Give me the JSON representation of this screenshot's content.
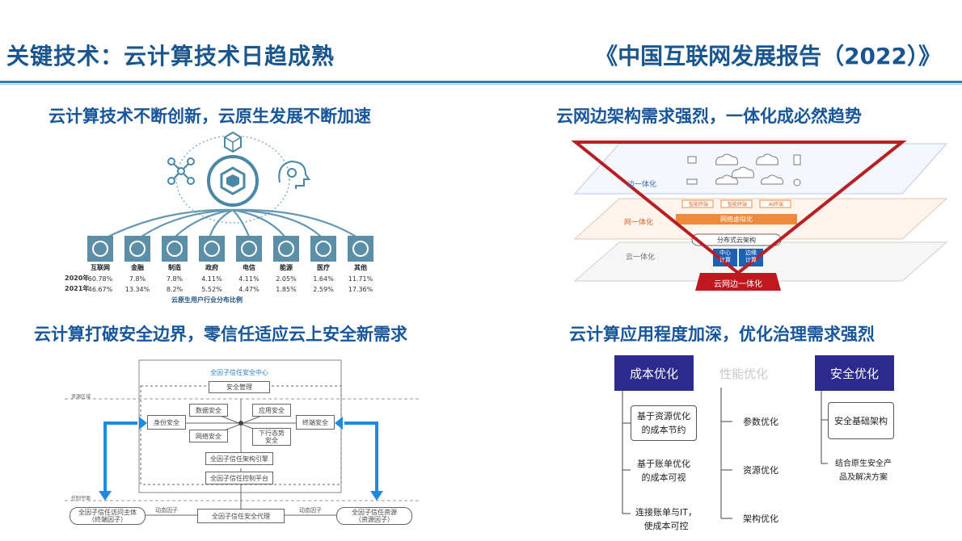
{
  "header": {
    "title": "关键技术：云计算技术日趋成熟",
    "report": "《中国互联网发展报告（2022）》"
  },
  "q1": {
    "title": "云计算技术不断创新，云原生发展不断加速",
    "industries": [
      {
        "name": "互联网",
        "icon": "globe-icon",
        "y2020": "60.78%",
        "y2021": "46.67%"
      },
      {
        "name": "金融",
        "icon": "bank-house-icon",
        "y2020": "7.8%",
        "y2021": "13.34%"
      },
      {
        "name": "制造",
        "icon": "worker-icon",
        "y2020": "7.8%",
        "y2021": "8.2%"
      },
      {
        "name": "政府",
        "icon": "government-icon",
        "y2020": "4.11%",
        "y2021": "5.52%"
      },
      {
        "name": "电信",
        "icon": "telecom-globe-icon",
        "y2020": "4.11%",
        "y2021": "4.47%"
      },
      {
        "name": "能源",
        "icon": "leaf-icon",
        "y2020": "2.05%",
        "y2021": "1.85%"
      },
      {
        "name": "医疗",
        "icon": "medical-kit-icon",
        "y2020": "1.64%",
        "y2021": "2.59%"
      },
      {
        "name": "其他",
        "icon": "grid-icon",
        "y2020": "11.71%",
        "y2021": "17.36%"
      }
    ],
    "row2020": "2020年",
    "row2021": "2021年",
    "caption": "云原生用户行业分布比例",
    "colors": {
      "icon_bg": "#5b8fa8",
      "arc": "#4a86a6"
    }
  },
  "q2": {
    "title": "云网边架构需求强烈，一体化成必然趋势",
    "layers": [
      "边一体化",
      "网一体化",
      "云一体化"
    ],
    "edge_tags": [
      "智能终端",
      "智能终端",
      "AI终端"
    ],
    "network_bar": "网络虚拟化",
    "cloud_pill": "分布式云架构",
    "cloud_boxes": [
      "中心\n计算",
      "边缘\n计算"
    ],
    "base_label": "云网边一体化",
    "colors": {
      "triangle": "#b81f24",
      "base": "#c0181e",
      "net_bar": "#ef8a3c",
      "blue_box": "#1f5fb4"
    }
  },
  "q3": {
    "title": "云计算打破安全边界，零信任适应云上安全新需求",
    "center_title": "全因子信任安全中心",
    "top_box": "安全管理",
    "left_zone": "资源区域",
    "left_zone2": "控制平面",
    "boxes": {
      "identity": "身份安全",
      "data": "数据安全",
      "network": "网络安全",
      "app": "应用安全",
      "terminal": "终端安全",
      "device": "下行态势\n安全",
      "engine": "全因子信任架构引擎",
      "control": "全因子信任控制平台",
      "left_bottom": "全因子信任访问主体\n（终端因子）",
      "center_bottom": "全因子信任安全代理",
      "right_bottom": "全因子信任资源\n（资源因子）",
      "arrow_left": "动态因子",
      "arrow_right": "动态因子"
    },
    "colors": {
      "arrow": "#1e8be0",
      "label": "#2a7fd0"
    }
  },
  "q4": {
    "title": "云计算应用程度加深，优化治理需求强烈",
    "col1_header": "成本优化",
    "col2_header": "性能优化",
    "col3_header": "安全优化",
    "col1_items": [
      "基于资源优化\n的成本节约",
      "基于账单优化\n的成本可视",
      "连接账单与IT，\n使成本可控"
    ],
    "col2_items": [
      "参数优化",
      "资源优化",
      "架构优化"
    ],
    "col3_items": [
      "安全基础架构",
      "结合原生安全产\n品及解决方案"
    ],
    "colors": {
      "header_bg": "#2d2a8e",
      "ghost": "#c9c9c9"
    }
  }
}
